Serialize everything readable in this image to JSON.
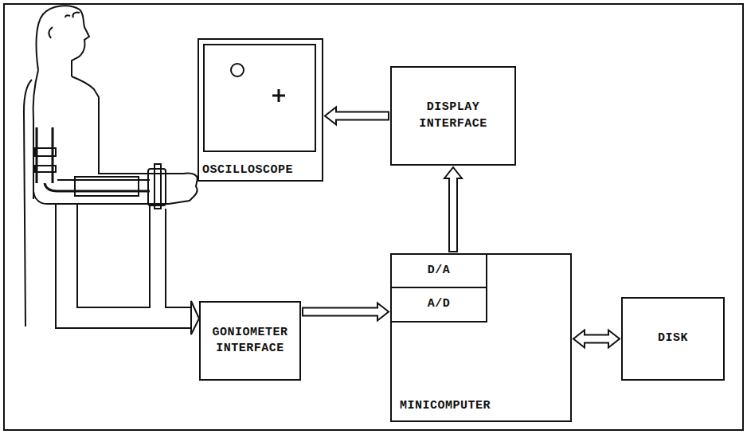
{
  "diagram": {
    "nodes": [
      {
        "text": [
          "OSCILLOSCOPE"
        ]
      },
      {
        "text": [
          "DISPLAY INTERFACE"
        ]
      },
      {
        "text": [
          "GONIOMETER INTERFACE"
        ]
      },
      {
        "text": [
          "MINICOMPUTER"
        ]
      },
      {
        "text": [
          "D/A"
        ],
        "in": 3
      },
      {
        "text": [
          "A/D"
        ],
        "in": 3
      },
      {
        "text": [
          "DISK"
        ]
      }
    ],
    "edges": [
      {
        "from": 2,
        "to": 5,
        "arrow": "to"
      },
      {
        "from": 3,
        "to": 1,
        "arrow": "to"
      },
      {
        "from": 1,
        "to": 0,
        "arrow": "to"
      },
      {
        "from": 3,
        "to": 6,
        "arrow": "both"
      }
    ]
  }
}
